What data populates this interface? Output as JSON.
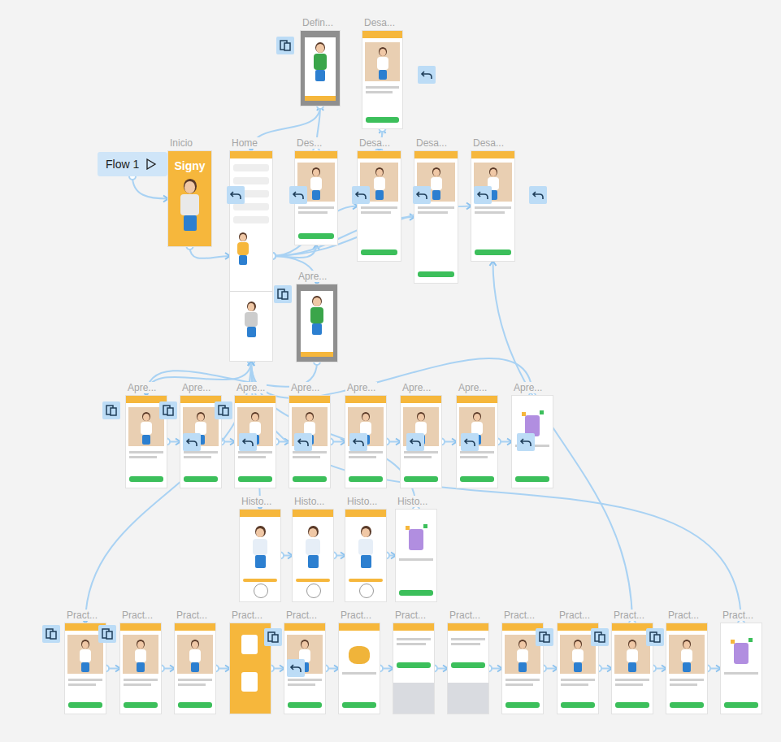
{
  "diagram": {
    "nodes": [
      {
        "text": [
          "Flow 1"
        ]
      },
      {
        "text": [
          "Defin..."
        ]
      },
      {
        "text": [
          "Desa..."
        ]
      },
      {
        "text": [
          "Inicio",
          "Signy"
        ]
      },
      {
        "text": [
          "Home"
        ]
      },
      {
        "text": [
          "Des..."
        ]
      },
      {
        "text": [
          "Desa..."
        ]
      },
      {
        "text": [
          "Desa..."
        ]
      },
      {
        "text": [
          "Desa..."
        ]
      },
      {
        "text": [
          "Apre..."
        ]
      },
      {
        "text": [
          "Apre..."
        ]
      },
      {
        "text": [
          "Apre..."
        ]
      },
      {
        "text": [
          "Apre..."
        ]
      },
      {
        "text": [
          "Apre..."
        ]
      },
      {
        "text": [
          "Apre..."
        ]
      },
      {
        "text": [
          "Apre..."
        ]
      },
      {
        "text": [
          "Apre..."
        ]
      },
      {
        "text": [
          "Apre..."
        ]
      },
      {
        "text": [
          "Histo..."
        ]
      },
      {
        "text": [
          "Histo..."
        ]
      },
      {
        "text": [
          "Histo..."
        ]
      },
      {
        "text": [
          "Histo..."
        ]
      },
      {
        "text": [
          "Pract..."
        ]
      },
      {
        "text": [
          "Pract..."
        ]
      },
      {
        "text": [
          "Pract..."
        ]
      },
      {
        "text": [
          "Pract..."
        ]
      },
      {
        "text": [
          "Pract..."
        ]
      },
      {
        "text": [
          "Pract..."
        ]
      },
      {
        "text": [
          "Pract..."
        ]
      },
      {
        "text": [
          "Pract..."
        ]
      },
      {
        "text": [
          "Pract..."
        ]
      },
      {
        "text": [
          "Pract..."
        ]
      },
      {
        "text": [
          "Pract..."
        ]
      },
      {
        "text": [
          "Pract..."
        ]
      },
      {
        "text": [
          "Pract..."
        ]
      }
    ],
    "edges": [
      {
        "from": 0,
        "to": 3,
        "arrow": "to"
      },
      {
        "from": 3,
        "to": 4,
        "arrow": "to"
      },
      {
        "from": 4,
        "to": 5,
        "arrow": "to"
      },
      {
        "from": 4,
        "to": 6,
        "arrow": "to"
      },
      {
        "from": 4,
        "to": 7,
        "arrow": "to"
      },
      {
        "from": 4,
        "to": 8,
        "arrow": "to"
      },
      {
        "from": 5,
        "to": 1,
        "arrow": "to"
      },
      {
        "from": 6,
        "to": 2,
        "arrow": "to"
      },
      {
        "from": 1,
        "to": 4,
        "arrow": "to"
      },
      {
        "from": 2,
        "to": 6,
        "arrow": "to"
      },
      {
        "from": 4,
        "to": 9,
        "arrow": "to"
      },
      {
        "from": 9,
        "to": 10,
        "arrow": "to"
      },
      {
        "from": 4,
        "to": 10,
        "arrow": "to"
      },
      {
        "from": 10,
        "to": 11,
        "arrow": "to"
      },
      {
        "from": 11,
        "to": 12,
        "arrow": "to"
      },
      {
        "from": 12,
        "to": 13,
        "arrow": "to"
      },
      {
        "from": 13,
        "to": 14,
        "arrow": "to"
      },
      {
        "from": 14,
        "to": 15,
        "arrow": "to"
      },
      {
        "from": 15,
        "to": 16,
        "arrow": "to"
      },
      {
        "from": 16,
        "to": 17,
        "arrow": "to"
      },
      {
        "from": 17,
        "to": 4,
        "arrow": "to"
      },
      {
        "from": 4,
        "to": 18,
        "arrow": "to"
      },
      {
        "from": 18,
        "to": 19,
        "arrow": "to"
      },
      {
        "from": 19,
        "to": 20,
        "arrow": "to"
      },
      {
        "from": 20,
        "to": 21,
        "arrow": "to"
      },
      {
        "from": 21,
        "to": 4,
        "arrow": "to"
      },
      {
        "from": 4,
        "to": 22,
        "arrow": "to"
      },
      {
        "from": 22,
        "to": 23,
        "arrow": "to"
      },
      {
        "from": 23,
        "to": 24,
        "arrow": "to"
      },
      {
        "from": 24,
        "to": 25,
        "arrow": "to"
      },
      {
        "from": 25,
        "to": 26,
        "arrow": "to"
      },
      {
        "from": 26,
        "to": 27,
        "arrow": "to"
      },
      {
        "from": 27,
        "to": 28,
        "arrow": "to"
      },
      {
        "from": 28,
        "to": 29,
        "arrow": "to"
      },
      {
        "from": 29,
        "to": 30,
        "arrow": "to"
      },
      {
        "from": 30,
        "to": 31,
        "arrow": "to"
      },
      {
        "from": 31,
        "to": 32,
        "arrow": "to"
      },
      {
        "from": 32,
        "to": 33,
        "arrow": "to"
      },
      {
        "from": 33,
        "to": 34,
        "arrow": "to"
      },
      {
        "from": 34,
        "to": 4,
        "arrow": "to"
      },
      {
        "from": 32,
        "to": 8,
        "arrow": "to"
      }
    ]
  }
}
